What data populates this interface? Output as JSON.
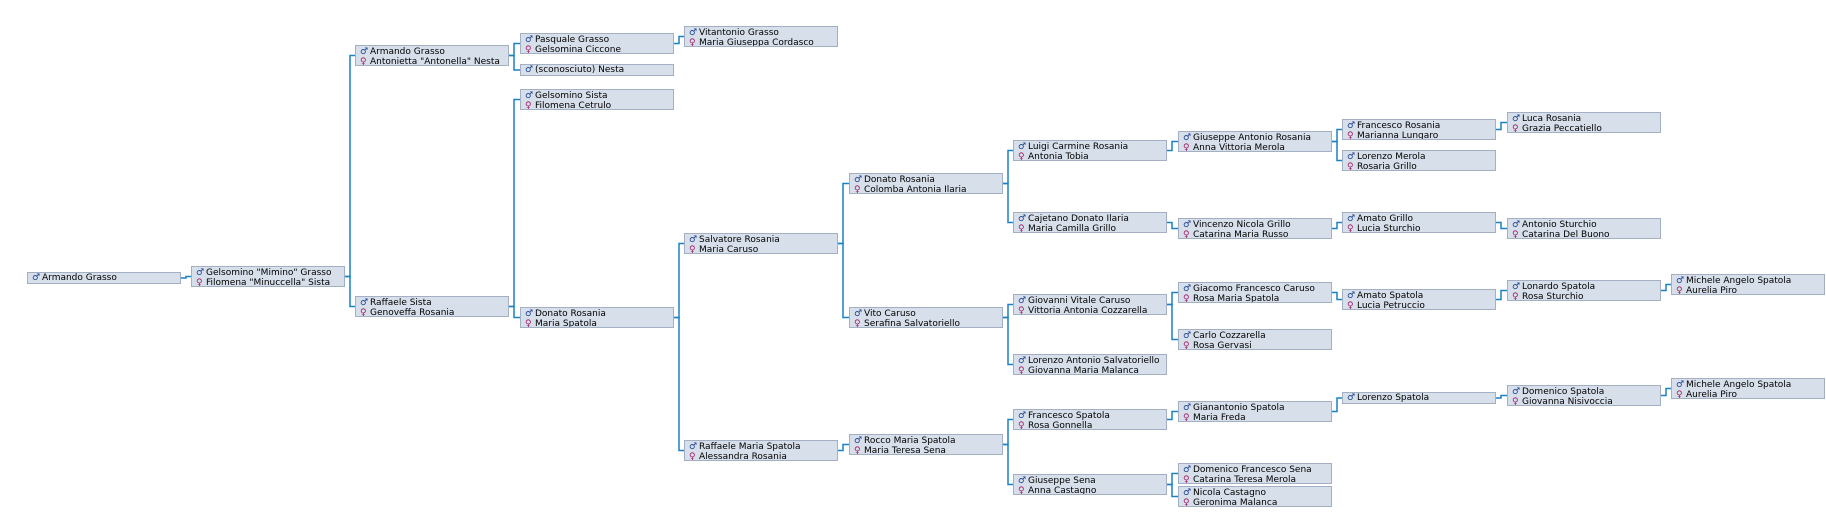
{
  "persons": [
    {
      "id": "p0",
      "people": [
        {
          "s": "m",
          "name": "Armando Grasso"
        }
      ]
    },
    {
      "id": "p1",
      "people": [
        {
          "s": "m",
          "name": "Gelsomino \"Mimino\" Grasso"
        },
        {
          "s": "f",
          "name": "Filomena \"Minuccella\" Sista"
        }
      ]
    },
    {
      "id": "p2",
      "people": [
        {
          "s": "m",
          "name": "Armando Grasso"
        },
        {
          "s": "f",
          "name": "Antonietta \"Antonella\" Nesta"
        }
      ]
    },
    {
      "id": "p3",
      "people": [
        {
          "s": "m",
          "name": "Raffaele Sista"
        },
        {
          "s": "f",
          "name": "Genoveffa Rosania"
        }
      ]
    },
    {
      "id": "p4",
      "people": [
        {
          "s": "m",
          "name": "Pasquale Grasso"
        },
        {
          "s": "f",
          "name": "Gelsomina Ciccone"
        }
      ]
    },
    {
      "id": "p5",
      "people": [
        {
          "s": "m",
          "name": "(sconosciuto) Nesta"
        }
      ]
    },
    {
      "id": "p6",
      "people": [
        {
          "s": "m",
          "name": "Gelsomino Sista"
        },
        {
          "s": "f",
          "name": "Filomena Cetrulo"
        }
      ]
    },
    {
      "id": "p7",
      "people": [
        {
          "s": "m",
          "name": "Donato Rosania"
        },
        {
          "s": "f",
          "name": "Maria Spatola"
        }
      ]
    },
    {
      "id": "p8",
      "people": [
        {
          "s": "m",
          "name": "Vitantonio Grasso"
        },
        {
          "s": "f",
          "name": "Maria Giuseppa Cordasco"
        }
      ]
    },
    {
      "id": "p9",
      "people": [
        {
          "s": "m",
          "name": "Salvatore Rosania"
        },
        {
          "s": "f",
          "name": "Maria Caruso"
        }
      ]
    },
    {
      "id": "p10",
      "people": [
        {
          "s": "m",
          "name": "Raffaele Maria Spatola"
        },
        {
          "s": "f",
          "name": "Alessandra Rosania"
        }
      ]
    },
    {
      "id": "p11",
      "people": [
        {
          "s": "m",
          "name": "Donato Rosania"
        },
        {
          "s": "f",
          "name": "Colomba Antonia Ilaria"
        }
      ]
    },
    {
      "id": "p12",
      "people": [
        {
          "s": "m",
          "name": "Vito Caruso"
        },
        {
          "s": "f",
          "name": "Serafina Salvatoriello"
        }
      ]
    },
    {
      "id": "p13",
      "people": [
        {
          "s": "m",
          "name": "Rocco Maria Spatola"
        },
        {
          "s": "f",
          "name": "Maria Teresa Sena"
        }
      ]
    },
    {
      "id": "p14",
      "people": [
        {
          "s": "m",
          "name": "Luigi Carmine Rosania"
        },
        {
          "s": "f",
          "name": "Antonia Tobia"
        }
      ]
    },
    {
      "id": "p15",
      "people": [
        {
          "s": "m",
          "name": "Cajetano Donato Ilaria"
        },
        {
          "s": "f",
          "name": "Maria Camilla Grillo"
        }
      ]
    },
    {
      "id": "p16",
      "people": [
        {
          "s": "m",
          "name": "Giovanni Vitale Caruso"
        },
        {
          "s": "f",
          "name": "Vittoria Antonia Cozzarella"
        }
      ]
    },
    {
      "id": "p17",
      "people": [
        {
          "s": "m",
          "name": "Lorenzo Antonio Salvatoriello"
        },
        {
          "s": "f",
          "name": "Giovanna Maria Malanca"
        }
      ]
    },
    {
      "id": "p18",
      "people": [
        {
          "s": "m",
          "name": "Francesco Spatola"
        },
        {
          "s": "f",
          "name": "Rosa Gonnella"
        }
      ]
    },
    {
      "id": "p19",
      "people": [
        {
          "s": "m",
          "name": "Giuseppe Sena"
        },
        {
          "s": "f",
          "name": "Anna Castagno"
        }
      ]
    },
    {
      "id": "p20",
      "people": [
        {
          "s": "m",
          "name": "Giuseppe Antonio Rosania"
        },
        {
          "s": "f",
          "name": "Anna Vittoria Merola"
        }
      ]
    },
    {
      "id": "p21",
      "people": [
        {
          "s": "m",
          "name": "Vincenzo Nicola Grillo"
        },
        {
          "s": "f",
          "name": "Catarina Maria Russo"
        }
      ]
    },
    {
      "id": "p22",
      "people": [
        {
          "s": "m",
          "name": "Giacomo Francesco Caruso"
        },
        {
          "s": "f",
          "name": "Rosa Maria Spatola"
        }
      ]
    },
    {
      "id": "p23",
      "people": [
        {
          "s": "m",
          "name": "Carlo Cozzarella"
        },
        {
          "s": "f",
          "name": "Rosa Gervasi"
        }
      ]
    },
    {
      "id": "p24",
      "people": [
        {
          "s": "m",
          "name": "Gianantonio Spatola"
        },
        {
          "s": "f",
          "name": "Maria Freda"
        }
      ]
    },
    {
      "id": "p25",
      "people": [
        {
          "s": "m",
          "name": "Domenico Francesco Sena"
        },
        {
          "s": "f",
          "name": "Catarina Teresa Merola"
        }
      ]
    },
    {
      "id": "p26",
      "people": [
        {
          "s": "m",
          "name": "Nicola Castagno"
        },
        {
          "s": "f",
          "name": "Geronima Malanca"
        }
      ]
    },
    {
      "id": "p27",
      "people": [
        {
          "s": "m",
          "name": "Francesco Rosania"
        },
        {
          "s": "f",
          "name": "Marianna Lungaro"
        }
      ]
    },
    {
      "id": "p28",
      "people": [
        {
          "s": "m",
          "name": "Lorenzo Merola"
        },
        {
          "s": "f",
          "name": "Rosaria Grillo"
        }
      ]
    },
    {
      "id": "p29",
      "people": [
        {
          "s": "m",
          "name": "Amato Grillo"
        },
        {
          "s": "f",
          "name": "Lucia Sturchio"
        }
      ]
    },
    {
      "id": "p30",
      "people": [
        {
          "s": "m",
          "name": "Amato Spatola"
        },
        {
          "s": "f",
          "name": "Lucia Petruccio"
        }
      ]
    },
    {
      "id": "p31",
      "people": [
        {
          "s": "m",
          "name": "Lorenzo Spatola"
        }
      ]
    },
    {
      "id": "p32",
      "people": [
        {
          "s": "m",
          "name": "Luca Rosania"
        },
        {
          "s": "f",
          "name": "Grazia Peccatiello"
        }
      ]
    },
    {
      "id": "p33",
      "people": [
        {
          "s": "m",
          "name": "Antonio Sturchio"
        },
        {
          "s": "f",
          "name": "Catarina Del Buono"
        }
      ]
    },
    {
      "id": "p34",
      "people": [
        {
          "s": "m",
          "name": "Lonardo Spatola"
        },
        {
          "s": "f",
          "name": "Rosa Sturchio"
        }
      ]
    },
    {
      "id": "p35",
      "people": [
        {
          "s": "m",
          "name": "Domenico Spatola"
        },
        {
          "s": "f",
          "name": "Giovanna Nisivoccia"
        }
      ]
    },
    {
      "id": "p36",
      "people": [
        {
          "s": "m",
          "name": "Michele Angelo Spatola"
        },
        {
          "s": "f",
          "name": "Aurelia Piro"
        }
      ]
    },
    {
      "id": "p37",
      "people": [
        {
          "s": "m",
          "name": "Michele Angelo Spatola"
        },
        {
          "s": "f",
          "name": "Aurelia Piro"
        }
      ]
    }
  ],
  "links": [
    [
      "p0",
      "p1"
    ],
    [
      "p1",
      "p2"
    ],
    [
      "p1",
      "p3"
    ],
    [
      "p2",
      "p4"
    ],
    [
      "p2",
      "p5"
    ],
    [
      "p3",
      "p6"
    ],
    [
      "p3",
      "p7"
    ],
    [
      "p4",
      "p8"
    ],
    [
      "p7",
      "p9"
    ],
    [
      "p7",
      "p10"
    ],
    [
      "p9",
      "p11"
    ],
    [
      "p9",
      "p12"
    ],
    [
      "p10",
      "p13"
    ],
    [
      "p11",
      "p14"
    ],
    [
      "p11",
      "p15"
    ],
    [
      "p12",
      "p16"
    ],
    [
      "p12",
      "p17"
    ],
    [
      "p13",
      "p18"
    ],
    [
      "p13",
      "p19"
    ],
    [
      "p14",
      "p20"
    ],
    [
      "p15",
      "p21"
    ],
    [
      "p16",
      "p22"
    ],
    [
      "p16",
      "p23"
    ],
    [
      "p18",
      "p24"
    ],
    [
      "p19",
      "p25"
    ],
    [
      "p19",
      "p26"
    ],
    [
      "p20",
      "p27"
    ],
    [
      "p20",
      "p28"
    ],
    [
      "p21",
      "p29"
    ],
    [
      "p22",
      "p30"
    ],
    [
      "p24",
      "p31"
    ],
    [
      "p27",
      "p32"
    ],
    [
      "p29",
      "p33"
    ],
    [
      "p30",
      "p34"
    ],
    [
      "p31",
      "p35"
    ],
    [
      "p34",
      "p36"
    ],
    [
      "p35",
      "p37"
    ]
  ],
  "symbols": {
    "m": "♂",
    "f": "♀"
  },
  "colors": {
    "line": "#1a82c4",
    "box_bg": "#d7dfea",
    "box_border": "#a3b0c4",
    "male": "#1a3f8f",
    "female": "#a0206a"
  }
}
